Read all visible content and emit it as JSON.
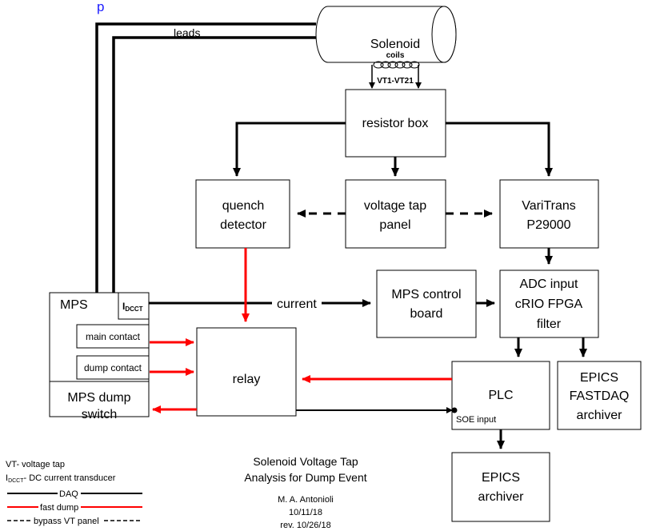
{
  "colors": {
    "daq": "#000000",
    "fast_dump": "#ff0000",
    "header_fragment": "#1a1aff"
  },
  "header_fragment": "p",
  "solenoid": {
    "title": "Solenoid",
    "coils": "coils",
    "taps": "VT1-VT21"
  },
  "labels": {
    "leads": "leads",
    "current": "current",
    "soe_input": "SOE input"
  },
  "boxes": {
    "resistor_box": "resistor box",
    "quench_detector": [
      "quench",
      "detector"
    ],
    "voltage_tap_panel": [
      "voltage tap",
      "panel"
    ],
    "varitrans": [
      "VariTrans",
      "P29000"
    ],
    "mps": "MPS",
    "idcct": {
      "main": "I",
      "sub": "DCCT"
    },
    "main_contact": "main contact",
    "dump_contact": "dump contact",
    "mps_dump_switch": [
      "MPS dump",
      "switch"
    ],
    "mps_control_board": [
      "MPS control",
      "board"
    ],
    "adc": [
      "ADC input",
      "cRIO FPGA",
      "filter"
    ],
    "relay": "relay",
    "plc": "PLC",
    "epics_fastdaq": [
      "EPICS",
      "FASTDAQ",
      "archiver"
    ],
    "epics_archiver": [
      "EPICS",
      "archiver"
    ]
  },
  "legend": {
    "vt": "VT- voltage tap",
    "idcct_main": "I",
    "idcct_sub": "DCCT",
    "idcct_rest": "- DC current transducer",
    "daq": "DAQ",
    "fast_dump": "fast dump",
    "bypass": "bypass VT panel"
  },
  "title_block": {
    "line1": "Solenoid Voltage Tap",
    "line2": "Analysis for Dump Event",
    "author": "M. A. Antonioli",
    "date": "10/11/18",
    "rev": "rev. 10/26/18"
  }
}
